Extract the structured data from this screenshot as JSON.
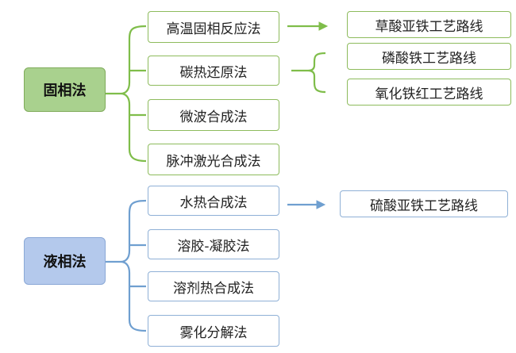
{
  "colors": {
    "solid_accent": "#7fbd4a",
    "liquid_accent": "#6f9fd0"
  },
  "solid": {
    "root_label": "固相法",
    "methods": [
      "高温固相反应法",
      "碳热还原法",
      "微波合成法",
      "脉冲激光合成法"
    ],
    "routes_high_temp": [
      "草酸亚铁工艺路线"
    ],
    "routes_carbothermal": [
      "磷酸铁工艺路线",
      "氧化铁红工艺路线"
    ]
  },
  "liquid": {
    "root_label": "液相法",
    "methods": [
      "水热合成法",
      "溶胶-凝胶法",
      "溶剂热合成法",
      "雾化分解法"
    ],
    "routes_hydrothermal": [
      "硫酸亚铁工艺路线"
    ]
  }
}
